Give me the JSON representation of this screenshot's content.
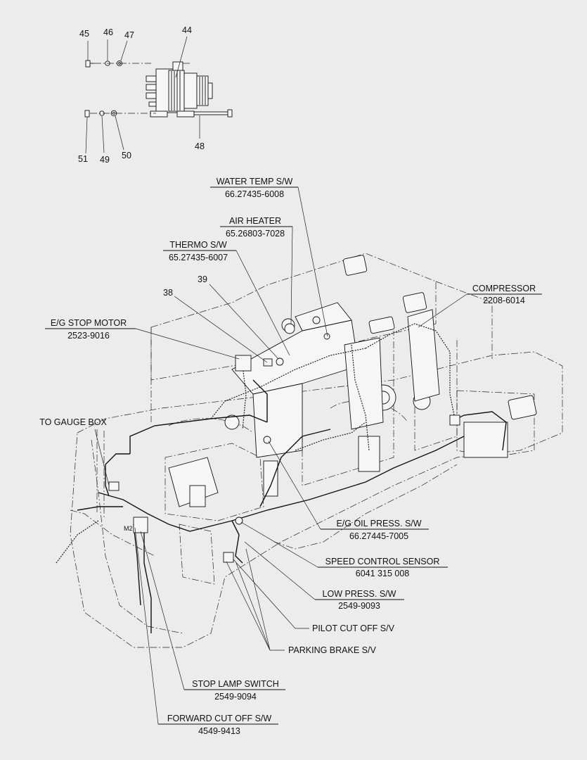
{
  "diagram": {
    "part_numbers": {
      "p44": "44",
      "p45": "45",
      "p46": "46",
      "p47": "47",
      "p48": "48",
      "p49": "49",
      "p50": "50",
      "p51": "51",
      "p38": "38",
      "p39": "39"
    },
    "labels": {
      "water_temp_name": "WATER TEMP S/W",
      "water_temp_pn": "66.27435-6008",
      "air_heater_name": "AIR HEATER",
      "air_heater_pn": "65.26803-7028",
      "thermo_name": "THERMO S/W",
      "thermo_pn": "65.27435-6007",
      "compressor_name": "COMPRESSOR",
      "compressor_pn": "2208-6014",
      "eg_stop_name": "E/G STOP MOTOR",
      "eg_stop_pn": "2523-9016",
      "gauge_box": "TO GAUGE BOX",
      "oil_press_name": "E/G OIL PRESS. S/W",
      "oil_press_pn": "66.27445-7005",
      "speed_sensor_name": "SPEED CONTROL SENSOR",
      "speed_sensor_pn": "6041 315 008",
      "low_press_name": "LOW PRESS. S/W",
      "low_press_pn": "2549-9093",
      "pilot_cut": "PILOT CUT OFF S/V",
      "parking_brake": "PARKING BRAKE S/V",
      "stop_lamp_name": "STOP LAMP SWITCH",
      "stop_lamp_pn": "2549-9094",
      "forward_cut_name": "FORWARD CUT OFF S/W",
      "forward_cut_pn": "4549-9413",
      "m2": "M2"
    }
  }
}
